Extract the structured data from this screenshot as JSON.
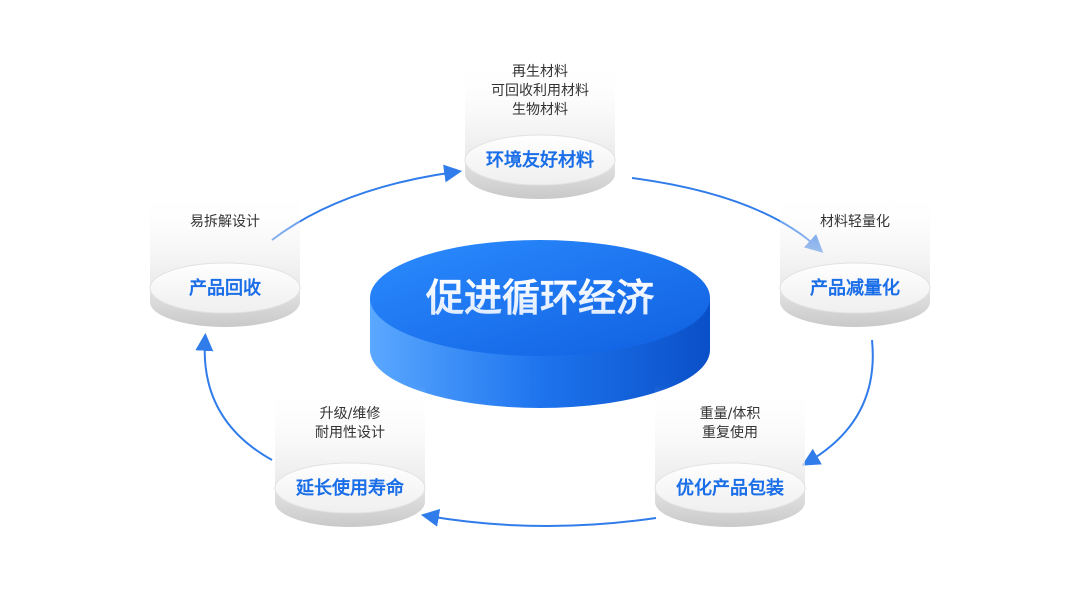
{
  "center": {
    "title": "促进循环经济"
  },
  "nodes": [
    {
      "title": "环境友好材料",
      "notes": [
        "再生材料",
        "可回收利用材料",
        "生物材料"
      ]
    },
    {
      "title": "产品减量化",
      "notes": [
        "材料轻量化"
      ]
    },
    {
      "title": "优化产品包装",
      "notes": [
        "重量/体积",
        "重复使用"
      ]
    },
    {
      "title": "延长使用寿命",
      "notes": [
        "升级/维修",
        "耐用性设计"
      ]
    },
    {
      "title": "产品回收",
      "notes": [
        "易拆解设计"
      ]
    }
  ],
  "colors": {
    "accent": "#1a6ee8",
    "accent_dark": "#0d55cf",
    "disk_top": "#f7f7f7",
    "disk_side": "#d8d8d8",
    "note_text": "#333333"
  }
}
